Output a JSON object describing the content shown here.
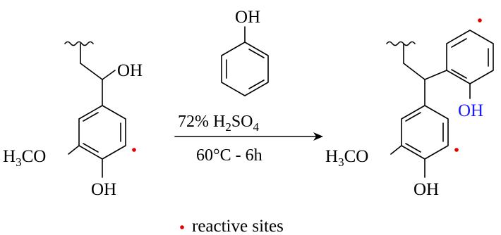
{
  "reactant": {
    "oh_label": "OH",
    "methoxy_label": "H3CO",
    "phenol_oh_label": "OH"
  },
  "reagent": {
    "phenol_oh_label": "OH",
    "acid_label": "72% H2SO4",
    "conditions_label": "60°C - 6h"
  },
  "product": {
    "new_oh_label": "OH",
    "methoxy_label": "H3CO",
    "phenol_oh_label": "OH"
  },
  "legend": {
    "label": "reactive sites"
  },
  "colors": {
    "reactive_site": "#e00000",
    "new_hydroxyl": "#1a1aff",
    "bonds": "#000000"
  }
}
